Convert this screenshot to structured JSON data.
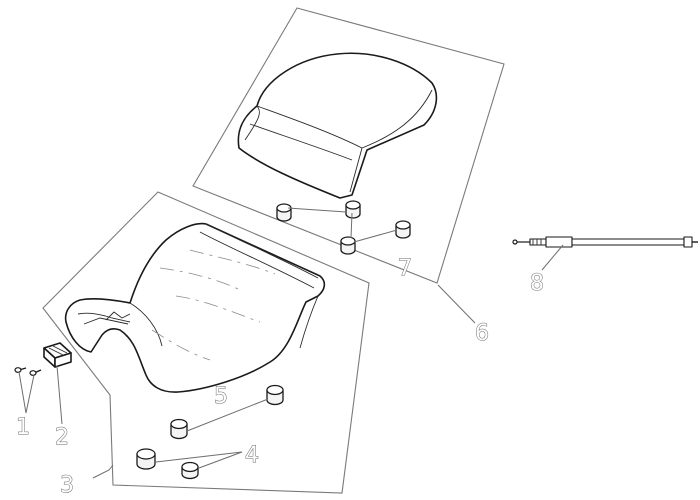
{
  "callouts": {
    "c1": "1",
    "c2": "2",
    "c3": "3",
    "c4": "4",
    "c5": "5",
    "c6": "6",
    "c7": "7",
    "c8": "8"
  },
  "colors": {
    "line": "#1a1a1a",
    "panel": "#7a7a7a",
    "background": "#ffffff"
  }
}
